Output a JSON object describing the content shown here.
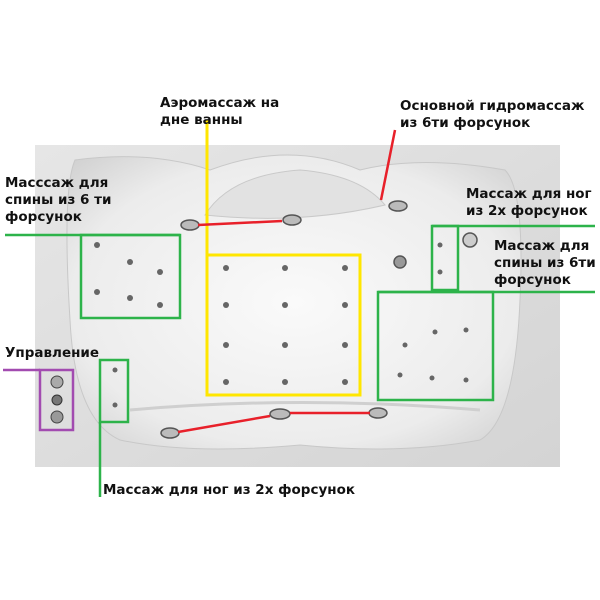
{
  "labels": {
    "aero": [
      "Аэромассаж на",
      "дне ванны"
    ],
    "main_hydro": [
      "Основной гидромассаж",
      "из 6ти форсунок"
    ],
    "back_left": [
      "Масссаж для",
      "спины из 6 ти",
      "форсунок"
    ],
    "feet_right": [
      "Массаж для ног",
      "из 2х форсунок"
    ],
    "back_right": [
      "Массаж для",
      "спины из 6ти",
      "форсунок"
    ],
    "control": "Управление",
    "feet_left": "Массаж для ног из 2х форсунок"
  },
  "colors": {
    "aero": "#ffe600",
    "hydro": "#e8202a",
    "back_feet": "#2db34a",
    "control": "#a24bb0"
  }
}
